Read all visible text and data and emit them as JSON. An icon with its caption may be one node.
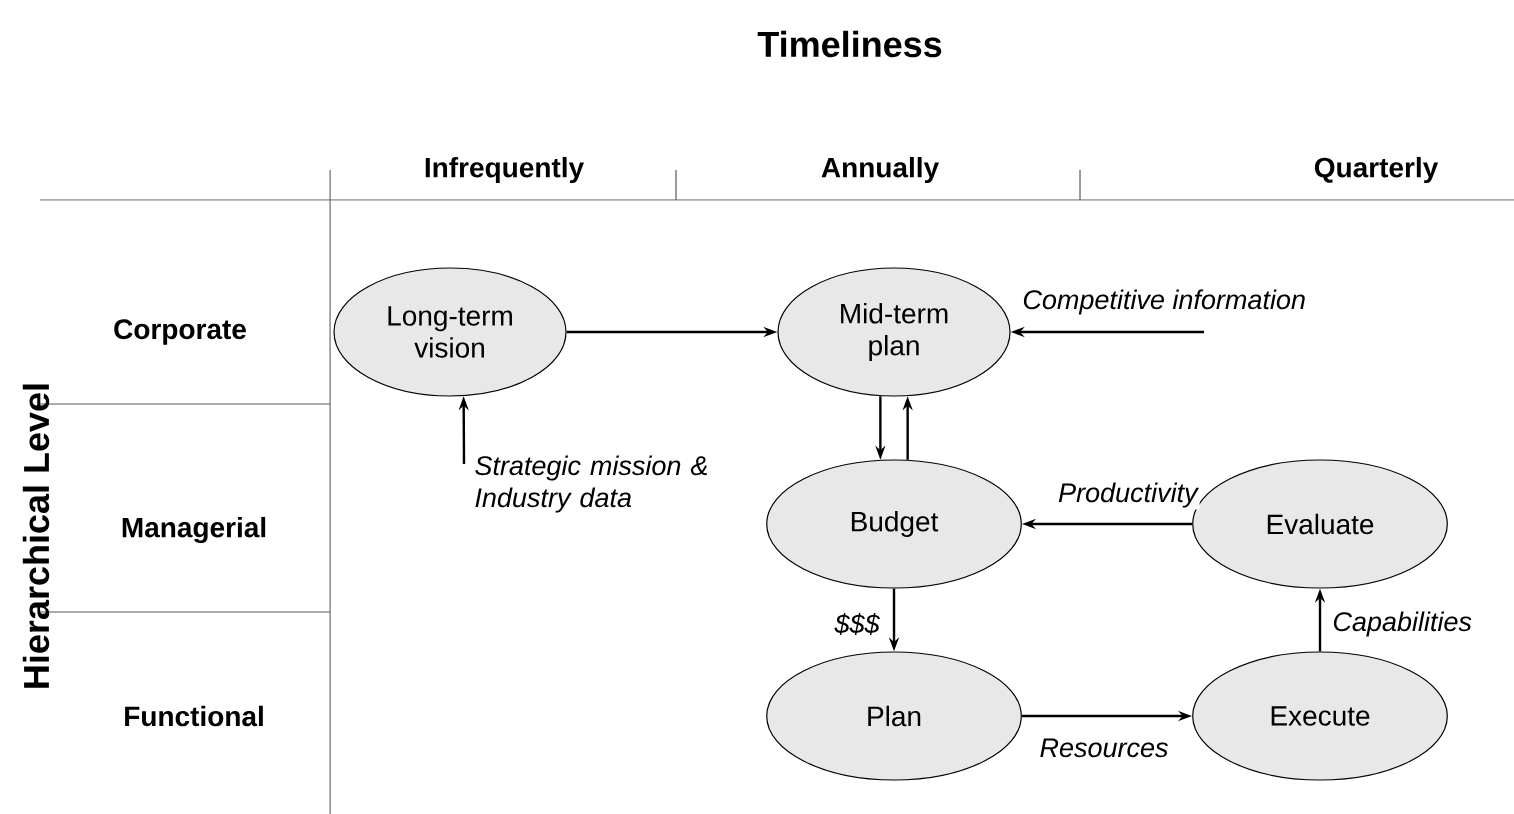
{
  "diagram": {
    "title": "Timeliness",
    "nodes": [
      {
        "text": [
          "Long-term vision"
        ]
      },
      {
        "text": [
          "Mid-term plan"
        ]
      },
      {
        "text": [
          "Budget"
        ]
      },
      {
        "text": [
          "Evaluate"
        ]
      },
      {
        "text": [
          "Plan"
        ]
      },
      {
        "text": [
          "Execute"
        ]
      }
    ],
    "edges": [
      {
        "from": 0,
        "to": 1,
        "arrow": "to"
      },
      {
        "from": null,
        "to": 1,
        "arrow": "to",
        "label": "Competitive information"
      },
      {
        "from": null,
        "to": 0,
        "arrow": "to",
        "label": "Strategic mission & Industry data"
      },
      {
        "from": 1,
        "to": 2,
        "arrow": "to"
      },
      {
        "from": 2,
        "to": 1,
        "arrow": "to"
      },
      {
        "from": 3,
        "to": 2,
        "arrow": "to",
        "label": "Productivity"
      },
      {
        "from": 2,
        "to": 4,
        "arrow": "to",
        "label": "$$$"
      },
      {
        "from": 4,
        "to": 5,
        "arrow": "to",
        "label": "Resources"
      },
      {
        "from": 5,
        "to": 3,
        "arrow": "to",
        "label": "Capabilities"
      }
    ],
    "labels": [
      "Infrequently",
      "Annually",
      "Quarterly",
      "Corporate",
      "Managerial",
      "Functional",
      "Hierarchical Level"
    ]
  }
}
